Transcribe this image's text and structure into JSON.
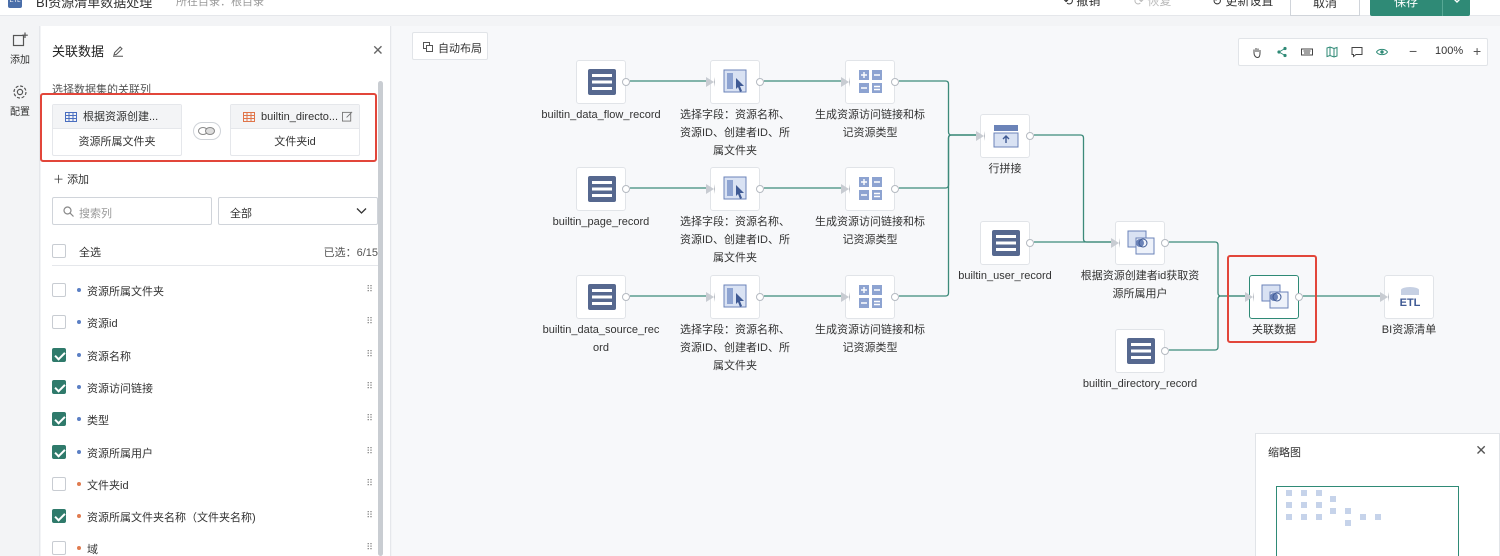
{
  "topbar": {
    "logo_text": "ETL",
    "title": "BI资源清单数据处理",
    "breadcrumb": "所在目录：根目录",
    "undo": "撤销",
    "redo": "恢复",
    "update_settings": "更新设置",
    "cancel": "取消",
    "save": "保存"
  },
  "rail": {
    "add": "添加",
    "config": "配置"
  },
  "panel": {
    "title": "关联数据",
    "join_label": "选择数据集的关联列",
    "left_dataset": {
      "name": "根据资源创建...",
      "field": "资源所属文件夹"
    },
    "right_dataset": {
      "name": "builtin_directo...",
      "field": "文件夹id"
    },
    "add_label": "添加",
    "search_placeholder": "搜索列",
    "filter_value": "全部",
    "select_all": "全选",
    "selected_count": "已选：6/15",
    "columns": [
      {
        "label": "资源所属文件夹",
        "checked": false,
        "dot": "blue"
      },
      {
        "label": "资源id",
        "checked": false,
        "dot": "blue"
      },
      {
        "label": "资源名称",
        "checked": true,
        "dot": "blue"
      },
      {
        "label": "资源访问链接",
        "checked": true,
        "dot": "blue"
      },
      {
        "label": "类型",
        "checked": true,
        "dot": "blue"
      },
      {
        "label": "资源所属用户",
        "checked": true,
        "dot": "blue"
      },
      {
        "label": "文件夹id",
        "checked": false,
        "dot": "orange"
      },
      {
        "label": "资源所属文件夹名称（文件夹名称)",
        "checked": true,
        "dot": "orange"
      },
      {
        "label": "域",
        "checked": false,
        "dot": "orange"
      }
    ]
  },
  "canvas": {
    "auto_layout": "自动布局",
    "zoom": "100%",
    "nodes": {
      "n1": "builtin_data_flow_record",
      "n2": "builtin_page_record",
      "n3": "builtin_data_source_record",
      "s1": "选择字段：资源名称、资源ID、创建者ID、所属文件夹",
      "s2": "选择字段：资源名称、资源ID、创建者ID、所属文件夹",
      "s3": "选择字段：资源名称、资源ID、创建者ID、所属文件夹",
      "c1": "生成资源访问链接和标记资源类型",
      "c2": "生成资源访问链接和标记资源类型",
      "c3": "生成资源访问链接和标记资源类型",
      "union": "行拼接",
      "user": "builtin_user_record",
      "lookup": "根据资源创建者id获取资源所属用户",
      "dir": "builtin_directory_record",
      "join": "关联数据",
      "out": "BI资源清单"
    },
    "minimap_title": "缩略图"
  },
  "colors": {
    "accent": "#2f8a76",
    "highlight": "#e2463a",
    "dot_blue": "#5b7fc4",
    "dot_orange": "#e07b4f"
  }
}
